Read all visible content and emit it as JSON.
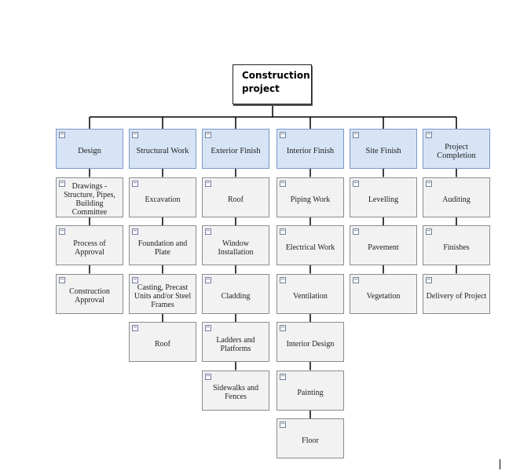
{
  "root": {
    "label": "Construction project"
  },
  "collapse_glyph": "−",
  "categories": [
    {
      "label": "Design",
      "items": [
        "Drawings - Structure, Pipes, Building Committee",
        "Process of Approval",
        "Construction Approval"
      ]
    },
    {
      "label": "Structural Work",
      "items": [
        "Excavation",
        "Foundation and Plate",
        "Casting, Precast Units and/or Steel Frames",
        "Roof"
      ]
    },
    {
      "label": "Exterior Finish",
      "items": [
        "Roof",
        "Window Installation",
        "Cladding",
        "Ladders and Platforms",
        "Sidewalks and Fences"
      ]
    },
    {
      "label": "Interior Finish",
      "items": [
        "Piping Work",
        "Electrical Work",
        "Ventilation",
        "Interior Design",
        "Painting",
        "Floor"
      ]
    },
    {
      "label": "Site Finish",
      "items": [
        "Levelling",
        "Pavement",
        "Vegetation"
      ]
    },
    {
      "label": "Project Completion",
      "items": [
        "Auditing",
        "Finishes",
        "Delivery of Project"
      ]
    }
  ],
  "colors": {
    "header_fill": "#d7e4f6",
    "item_fill": "#f2f2f2",
    "connector": "#000000"
  }
}
